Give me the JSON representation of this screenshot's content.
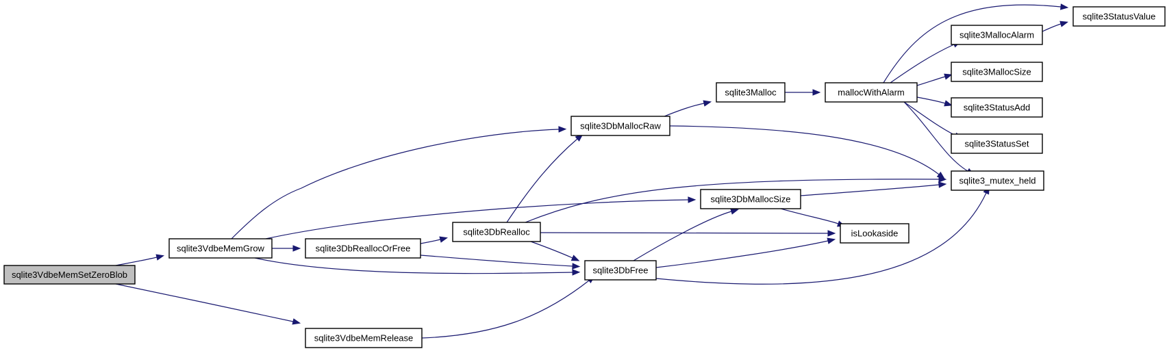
{
  "graph": {
    "root": "sqlite3VdbeMemSetZeroBlob",
    "edge_color": "#191970",
    "root_fill": "#bfbfbf",
    "nodes": [
      {
        "id": "setzeroblob",
        "label": "sqlite3VdbeMemSetZeroBlob"
      },
      {
        "id": "memgrow",
        "label": "sqlite3VdbeMemGrow"
      },
      {
        "id": "memrelease",
        "label": "sqlite3VdbeMemRelease"
      },
      {
        "id": "dbreallocorfree",
        "label": "sqlite3DbReallocOrFree"
      },
      {
        "id": "dbmallocraw",
        "label": "sqlite3DbMallocRaw"
      },
      {
        "id": "dbrealloc",
        "label": "sqlite3DbRealloc"
      },
      {
        "id": "dbfree",
        "label": "sqlite3DbFree"
      },
      {
        "id": "dbmallocsize",
        "label": "sqlite3DbMallocSize"
      },
      {
        "id": "malloc",
        "label": "sqlite3Malloc"
      },
      {
        "id": "mallocwithalarm",
        "label": "mallocWithAlarm"
      },
      {
        "id": "islookaside",
        "label": "isLookaside"
      },
      {
        "id": "mutexheld",
        "label": "sqlite3_mutex_held"
      },
      {
        "id": "mallocalarm",
        "label": "sqlite3MallocAlarm"
      },
      {
        "id": "mallocsize",
        "label": "sqlite3MallocSize"
      },
      {
        "id": "statusadd",
        "label": "sqlite3StatusAdd"
      },
      {
        "id": "statusset",
        "label": "sqlite3StatusSet"
      },
      {
        "id": "statusvalue",
        "label": "sqlite3StatusValue"
      }
    ],
    "edges": [
      {
        "from": "setzeroblob",
        "to": "memgrow"
      },
      {
        "from": "setzeroblob",
        "to": "memrelease"
      },
      {
        "from": "memgrow",
        "to": "dbmallocraw"
      },
      {
        "from": "memgrow",
        "to": "dbmallocsize"
      },
      {
        "from": "memgrow",
        "to": "dbreallocorfree"
      },
      {
        "from": "memgrow",
        "to": "dbfree"
      },
      {
        "from": "memrelease",
        "to": "dbfree"
      },
      {
        "from": "dbreallocorfree",
        "to": "dbrealloc"
      },
      {
        "from": "dbreallocorfree",
        "to": "dbfree"
      },
      {
        "from": "dbrealloc",
        "to": "dbmallocraw"
      },
      {
        "from": "dbrealloc",
        "to": "mutexheld"
      },
      {
        "from": "dbrealloc",
        "to": "islookaside"
      },
      {
        "from": "dbrealloc",
        "to": "dbfree"
      },
      {
        "from": "dbmallocraw",
        "to": "malloc"
      },
      {
        "from": "dbmallocraw",
        "to": "mutexheld"
      },
      {
        "from": "dbfree",
        "to": "dbmallocsize"
      },
      {
        "from": "dbfree",
        "to": "islookaside"
      },
      {
        "from": "dbfree",
        "to": "mutexheld"
      },
      {
        "from": "dbmallocsize",
        "to": "mutexheld"
      },
      {
        "from": "dbmallocsize",
        "to": "islookaside"
      },
      {
        "from": "malloc",
        "to": "mallocwithalarm"
      },
      {
        "from": "mallocwithalarm",
        "to": "statusvalue"
      },
      {
        "from": "mallocwithalarm",
        "to": "mallocalarm"
      },
      {
        "from": "mallocwithalarm",
        "to": "mallocsize"
      },
      {
        "from": "mallocwithalarm",
        "to": "statusadd"
      },
      {
        "from": "mallocwithalarm",
        "to": "statusset"
      },
      {
        "from": "mallocwithalarm",
        "to": "mutexheld"
      },
      {
        "from": "mallocalarm",
        "to": "statusvalue"
      }
    ]
  }
}
